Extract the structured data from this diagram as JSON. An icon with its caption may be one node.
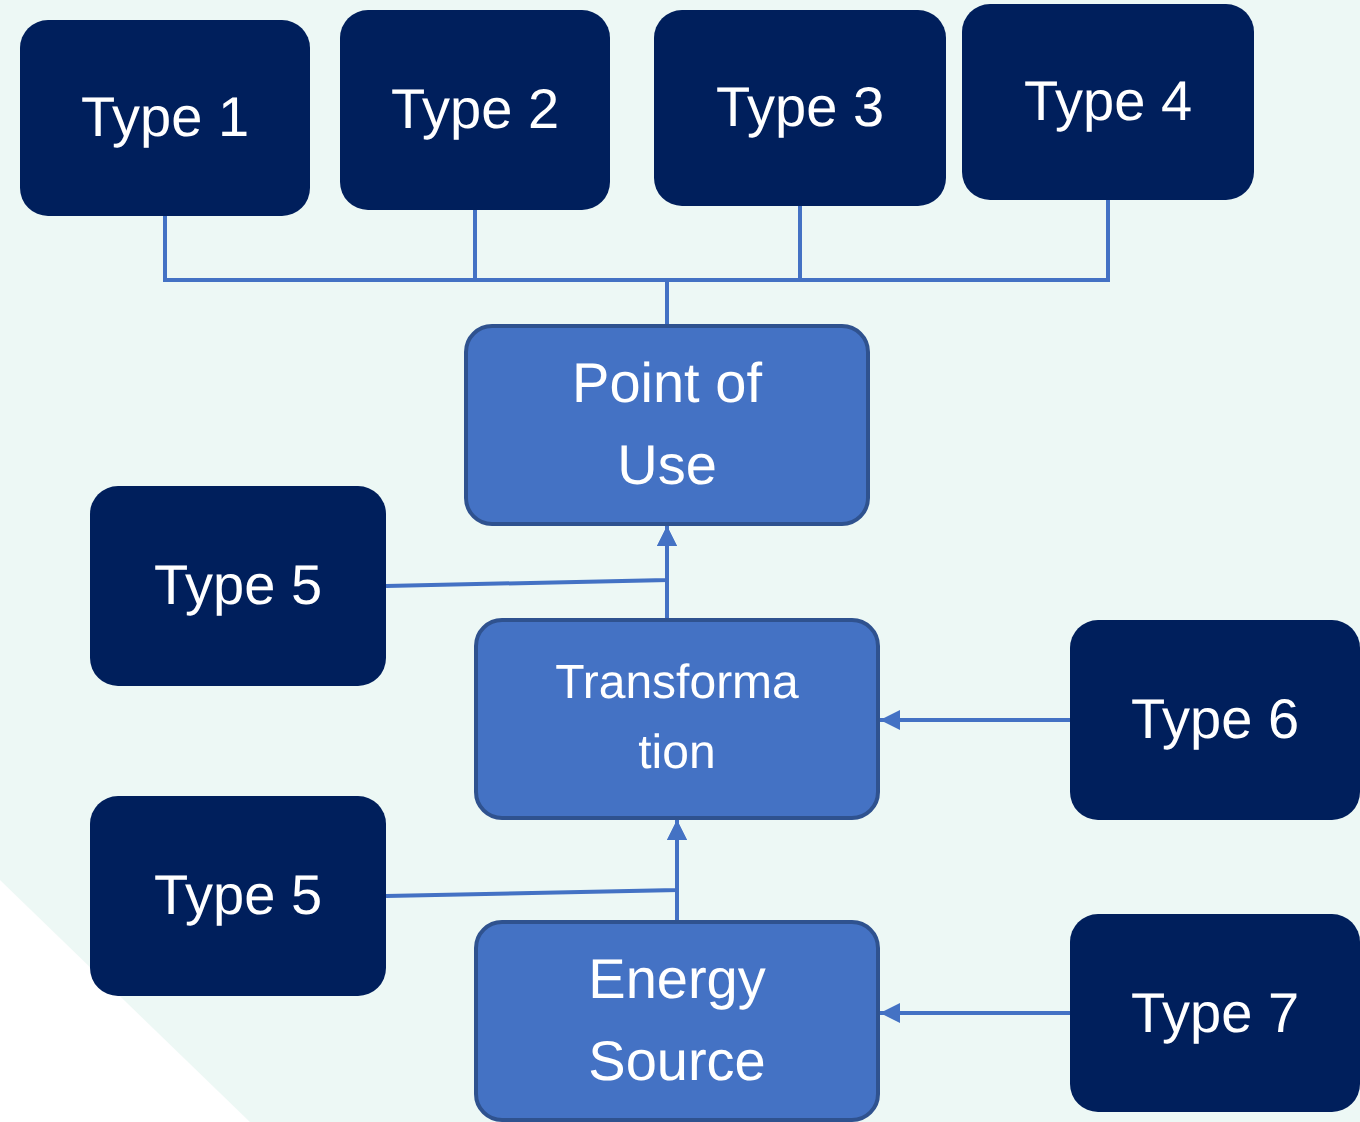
{
  "diagram": {
    "nodes": [
      {
        "text": [
          "Type 1"
        ]
      },
      {
        "text": [
          "Type 2"
        ]
      },
      {
        "text": [
          "Type 3"
        ]
      },
      {
        "text": [
          "Type 4"
        ]
      },
      {
        "text": [
          "Point of Use"
        ]
      },
      {
        "text": [
          "Type 5"
        ]
      },
      {
        "text": [
          "Transformation"
        ]
      },
      {
        "text": [
          "Type 6"
        ]
      },
      {
        "text": [
          "Type 5"
        ]
      },
      {
        "text": [
          "Energy Source"
        ]
      },
      {
        "text": [
          "Type 7"
        ]
      }
    ],
    "edges": [
      {
        "from": 0,
        "to": 4,
        "arrow": "none"
      },
      {
        "from": 1,
        "to": 4,
        "arrow": "none"
      },
      {
        "from": 2,
        "to": 4,
        "arrow": "none"
      },
      {
        "from": 3,
        "to": 4,
        "arrow": "none"
      },
      {
        "from": 5,
        "to": 4,
        "arrow": "to"
      },
      {
        "from": 6,
        "to": 4,
        "arrow": "to"
      },
      {
        "from": 7,
        "to": 6,
        "arrow": "to"
      },
      {
        "from": 8,
        "to": 6,
        "arrow": "to"
      },
      {
        "from": 9,
        "to": 6,
        "arrow": "to"
      },
      {
        "from": 10,
        "to": 9,
        "arrow": "to"
      }
    ]
  }
}
